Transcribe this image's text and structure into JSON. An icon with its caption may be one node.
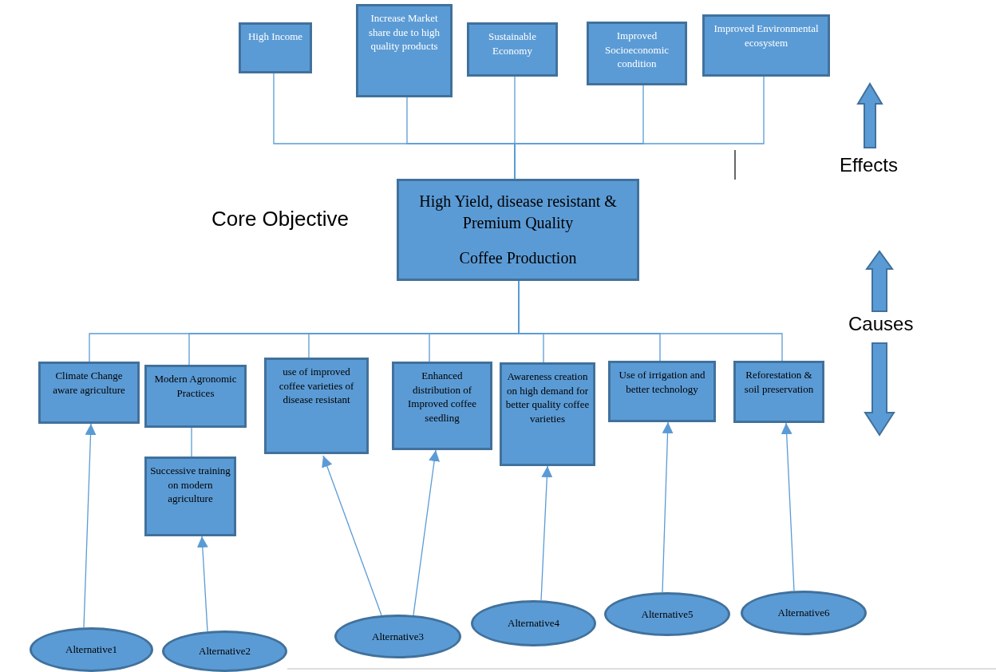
{
  "diagram": {
    "nodes": [
      {
        "text": [
          "High Income"
        ]
      },
      {
        "text": [
          "Increase Market share due to high quality products"
        ]
      },
      {
        "text": [
          "Sustainable Economy"
        ]
      },
      {
        "text": [
          "Improved Socioeconomic condition"
        ]
      },
      {
        "text": [
          "Improved Environmental ecosystem"
        ]
      },
      {
        "text": [
          "High Yield, disease resistant & Premium Quality",
          "Coffee Production"
        ]
      },
      {
        "text": [
          "Climate Change aware agriculture"
        ]
      },
      {
        "text": [
          "Modern Agronomic Practices"
        ]
      },
      {
        "text": [
          "Successive training on modern agriculture"
        ]
      },
      {
        "text": [
          "use of improved coffee varieties of disease resistant"
        ]
      },
      {
        "text": [
          "Enhanced distribution of Improved coffee seedling"
        ]
      },
      {
        "text": [
          "Awareness creation on high demand for better quality coffee varieties"
        ]
      },
      {
        "text": [
          "Use of irrigation and better technology"
        ]
      },
      {
        "text": [
          "Reforestation & soil preservation"
        ]
      },
      {
        "text": [
          "Alternative1"
        ]
      },
      {
        "text": [
          "Alternative2"
        ]
      },
      {
        "text": [
          "Alternative3"
        ]
      },
      {
        "text": [
          "Alternative4"
        ]
      },
      {
        "text": [
          "Alternative5"
        ]
      },
      {
        "text": [
          "Alternative6"
        ]
      }
    ],
    "edges": [
      {
        "from": 0,
        "to": 5,
        "arrow": "none"
      },
      {
        "from": 1,
        "to": 5,
        "arrow": "none"
      },
      {
        "from": 2,
        "to": 5,
        "arrow": "none"
      },
      {
        "from": 3,
        "to": 5,
        "arrow": "none"
      },
      {
        "from": 4,
        "to": 5,
        "arrow": "none"
      },
      {
        "from": 5,
        "to": 6,
        "arrow": "none"
      },
      {
        "from": 5,
        "to": 7,
        "arrow": "none"
      },
      {
        "from": 5,
        "to": 9,
        "arrow": "none"
      },
      {
        "from": 5,
        "to": 10,
        "arrow": "none"
      },
      {
        "from": 5,
        "to": 11,
        "arrow": "none"
      },
      {
        "from": 5,
        "to": 12,
        "arrow": "none"
      },
      {
        "from": 5,
        "to": 13,
        "arrow": "none"
      },
      {
        "from": 7,
        "to": 8,
        "arrow": "none"
      },
      {
        "from": 14,
        "to": 6,
        "arrow": "to"
      },
      {
        "from": 15,
        "to": 8,
        "arrow": "to"
      },
      {
        "from": 16,
        "to": 9,
        "arrow": "to"
      },
      {
        "from": 16,
        "to": 10,
        "arrow": "to"
      },
      {
        "from": 17,
        "to": 11,
        "arrow": "to"
      },
      {
        "from": 18,
        "to": 12,
        "arrow": "to"
      },
      {
        "from": 19,
        "to": 13,
        "arrow": "to"
      }
    ],
    "labels": [
      "Effects",
      "Core Objective",
      "Causes"
    ]
  }
}
